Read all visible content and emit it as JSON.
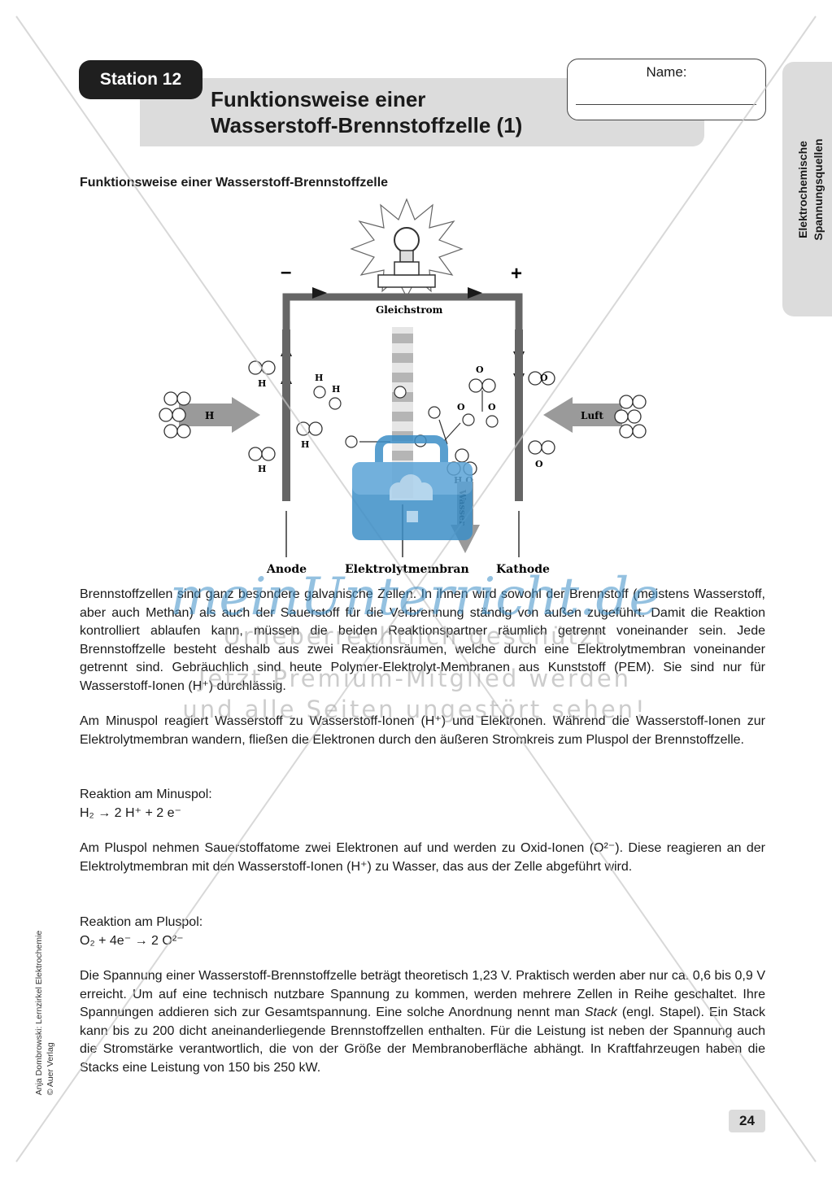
{
  "header": {
    "station": "Station 12",
    "title_line1": "Funktionsweise einer",
    "title_line2": "Wasserstoff-Brennstoffzelle (1)",
    "name_label": "Name:"
  },
  "side_tab": {
    "line1": "Elektrochemische",
    "line2": "Spannungsquellen"
  },
  "section_heading": "Funktionsweise einer Wasserstoff-Brennstoffzelle",
  "diagram": {
    "minus": "–",
    "plus": "+",
    "current": "Gleichstrom",
    "h2_arrow": "H",
    "luft_arrow": "Luft",
    "h2": "H",
    "o2": "O",
    "hplus": "H",
    "o2minus": "O",
    "h2o": "H O",
    "wasser": "Wasser",
    "anode": "Anode",
    "membran": "Elektrolytmembran",
    "kathode": "Kathode"
  },
  "paragraphs": {
    "p1": "Brennstoffzellen sind ganz besondere galvanische Zellen. In ihnen wird sowohl der Brennstoff (meistens Wasserstoff, aber auch Methan) als auch der Sauerstoff für die Verbrennung ständig von außen zugeführt. Damit die Reaktion kontrolliert ablaufen kann, müssen die beiden Reaktionspartner räumlich getrennt voneinander sein. Jede Brennstoffzelle besteht deshalb aus zwei Reaktionsräumen, welche durch eine Elektrolytmembran voneinander getrennt sind. Gebräuchlich sind heute Polymer-Elektrolyt-Membranen aus Kunststoff (PEM). Sie sind nur für Wasserstoff-Ionen (H⁺) durchlässig.",
    "p2": "Am Minuspol reagiert Wasserstoff zu Wasserstoff-Ionen (H⁺) und Elektronen. Während die Wasserstoff-Ionen zur Elektrolytmembran wandern, fließen die Elektronen durch den äußeren Stromkreis zum Pluspol der Brennstoffzelle.",
    "r1_label": "Reaktion am Minuspol:",
    "r1_eq": "H₂ → 2 H⁺ + 2 e⁻",
    "p3": "Am Pluspol nehmen Sauerstoffatome zwei Elektronen auf und werden zu Oxid-Ionen (O²⁻). Diese reagieren an der Elektrolytmembran mit den Wasserstoff-Ionen (H⁺) zu Wasser, das aus der Zelle abgeführt wird.",
    "r2_label": "Reaktion am Pluspol:",
    "r2_eq": "O₂ + 4e⁻ → 2 O²⁻",
    "p4_a": "Die Spannung einer Wasserstoff-Brennstoffzelle beträgt theoretisch 1,23 V. Praktisch werden aber nur ca. 0,6 bis 0,9 V erreicht. Um auf eine technisch nutzbare Spannung zu kommen, werden mehrere Zellen in Reihe geschaltet. Ihre Spannungen addieren sich zur Gesamtspannung. Eine solche Anordnung nennt man ",
    "p4_stack": "Stack",
    "p4_b": " (engl. Stapel). Ein Stack kann bis zu 200 dicht aneinanderliegende Brennstoffzellen enthalten. Für die Leistung ist neben der Spannung auch die Stromstärke verantwortlich, die von der Größe der Membranoberfläche abhängt. In Kraftfahrzeugen haben die Stacks eine Leistung von 150 bis 250 kW."
  },
  "page_number": "24",
  "credit": {
    "line1": "Anja Dombrowski: Lernzirkel Elektrochemie",
    "line2": "© Auer Verlag"
  },
  "watermark": {
    "brand": "meinUnterricht.de",
    "line1": "Urheberrechtlich geschützt",
    "line2": "Jetzt Premium-Mitglied werden",
    "line3": "und alle Seiten ungestört sehen!"
  },
  "colors": {
    "header_gray": "#dcdcdc",
    "badge": "#1f1f1f",
    "watermark_blue": "#3d8fc7"
  }
}
